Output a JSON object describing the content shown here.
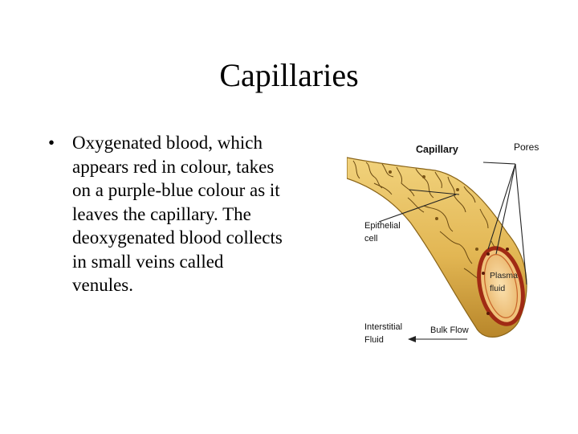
{
  "slide": {
    "title": "Capillaries",
    "bullet_symbol": "•",
    "bullet_text": "Oxygenated blood, which appears red in colour, takes on a purple-blue colour as it leaves the capillary. The deoxygenated blood collects in small veins called venules."
  },
  "diagram": {
    "labels": {
      "capillary": "Capillary",
      "pores": "Pores",
      "epithelial_line1": "Epithelial",
      "epithelial_line2": "cell",
      "plasma_line1": "Plasma",
      "plasma_line2": "fluid",
      "interstitial_line1": "Interstitial",
      "interstitial_line2": "Fluid",
      "bulk_flow": "Bulk Flow"
    },
    "colors": {
      "vessel_fill": "#e8c266",
      "vessel_dark": "#b8862a",
      "lumen_fill": "#f3c78a",
      "lumen_ring": "#a02a14",
      "cell_lines": "#6b4a12",
      "pointer": "#222222"
    }
  }
}
